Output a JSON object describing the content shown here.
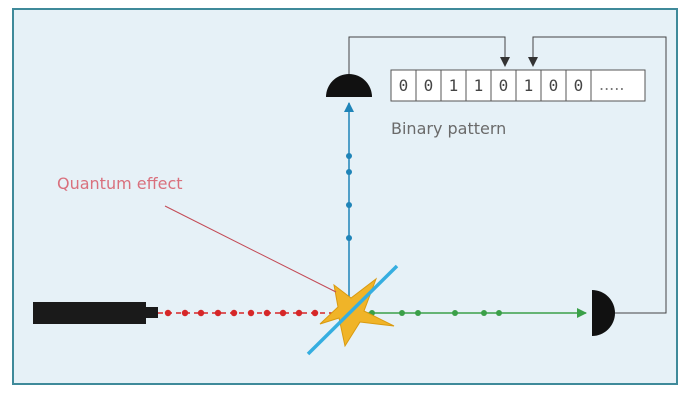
{
  "annotations": {
    "quantum_effect": "Quantum effect",
    "binary_pattern": "Binary pattern"
  },
  "bits": [
    "0",
    "0",
    "1",
    "1",
    "0",
    "1",
    "0",
    "0"
  ],
  "bits_trailer": ".....",
  "colors": {
    "background": "#e6f1f7",
    "border": "#3f8a9a",
    "laser_body": "#1a1a1a",
    "red_photons": "#d62728",
    "green_photons": "#3aa048",
    "blue_photons": "#1f84b8",
    "beam_splitter": "#35aee0",
    "quantum_flash": "#f0b428",
    "annotation_text": "#d9707d",
    "register_stroke": "#555555",
    "wire": "#444444"
  }
}
